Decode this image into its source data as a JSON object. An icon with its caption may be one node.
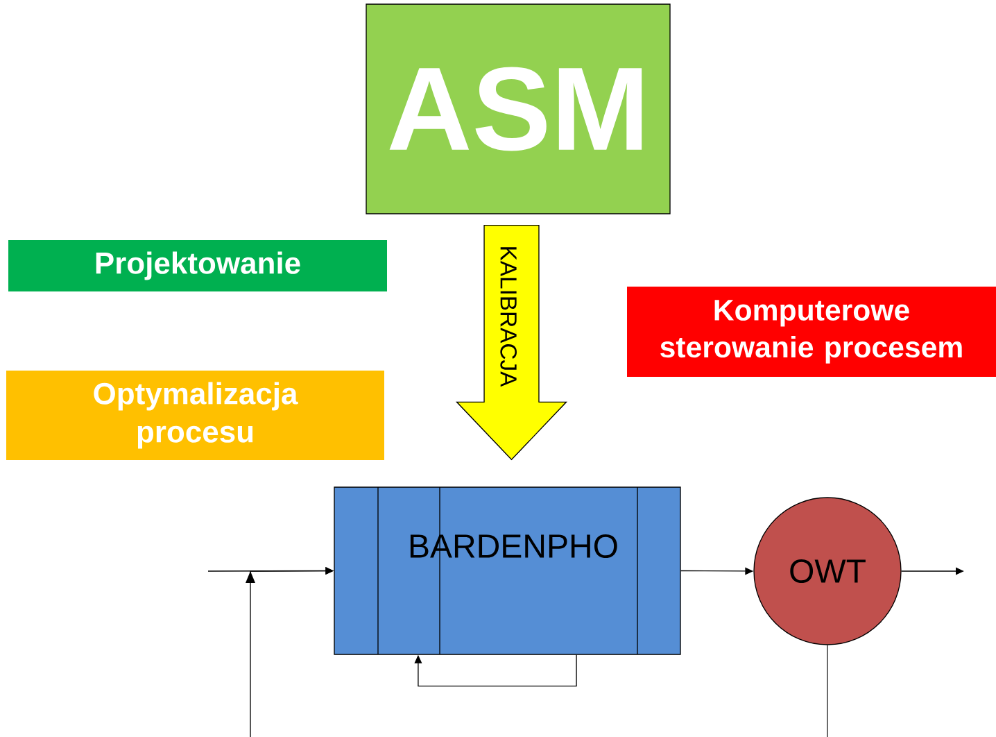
{
  "diagram": {
    "nodes": [
      {
        "text": [
          "ASM"
        ]
      },
      {
        "text": [
          "Projektowanie"
        ]
      },
      {
        "text": [
          "Komputerowe sterowanie procesem"
        ]
      },
      {
        "text": [
          "Optymalizacja procesu"
        ]
      },
      {
        "text": [
          "BARDENPHO"
        ]
      },
      {
        "text": [
          "OWT"
        ]
      }
    ],
    "edges": [
      {
        "from": null,
        "to": 4,
        "arrow": "to"
      },
      {
        "from": null,
        "to": 4,
        "arrow": "to"
      },
      {
        "from": 4,
        "to": 4,
        "arrow": "to"
      },
      {
        "from": 4,
        "to": 5,
        "arrow": "to"
      },
      {
        "from": 5,
        "to": null,
        "arrow": "to"
      },
      {
        "from": 5,
        "to": null,
        "arrow": "none"
      },
      {
        "from": 0,
        "to": 4,
        "arrow": "to",
        "label": "KALIBRACJA",
        "style": "thick",
        "color": "#ffff00"
      }
    ]
  }
}
